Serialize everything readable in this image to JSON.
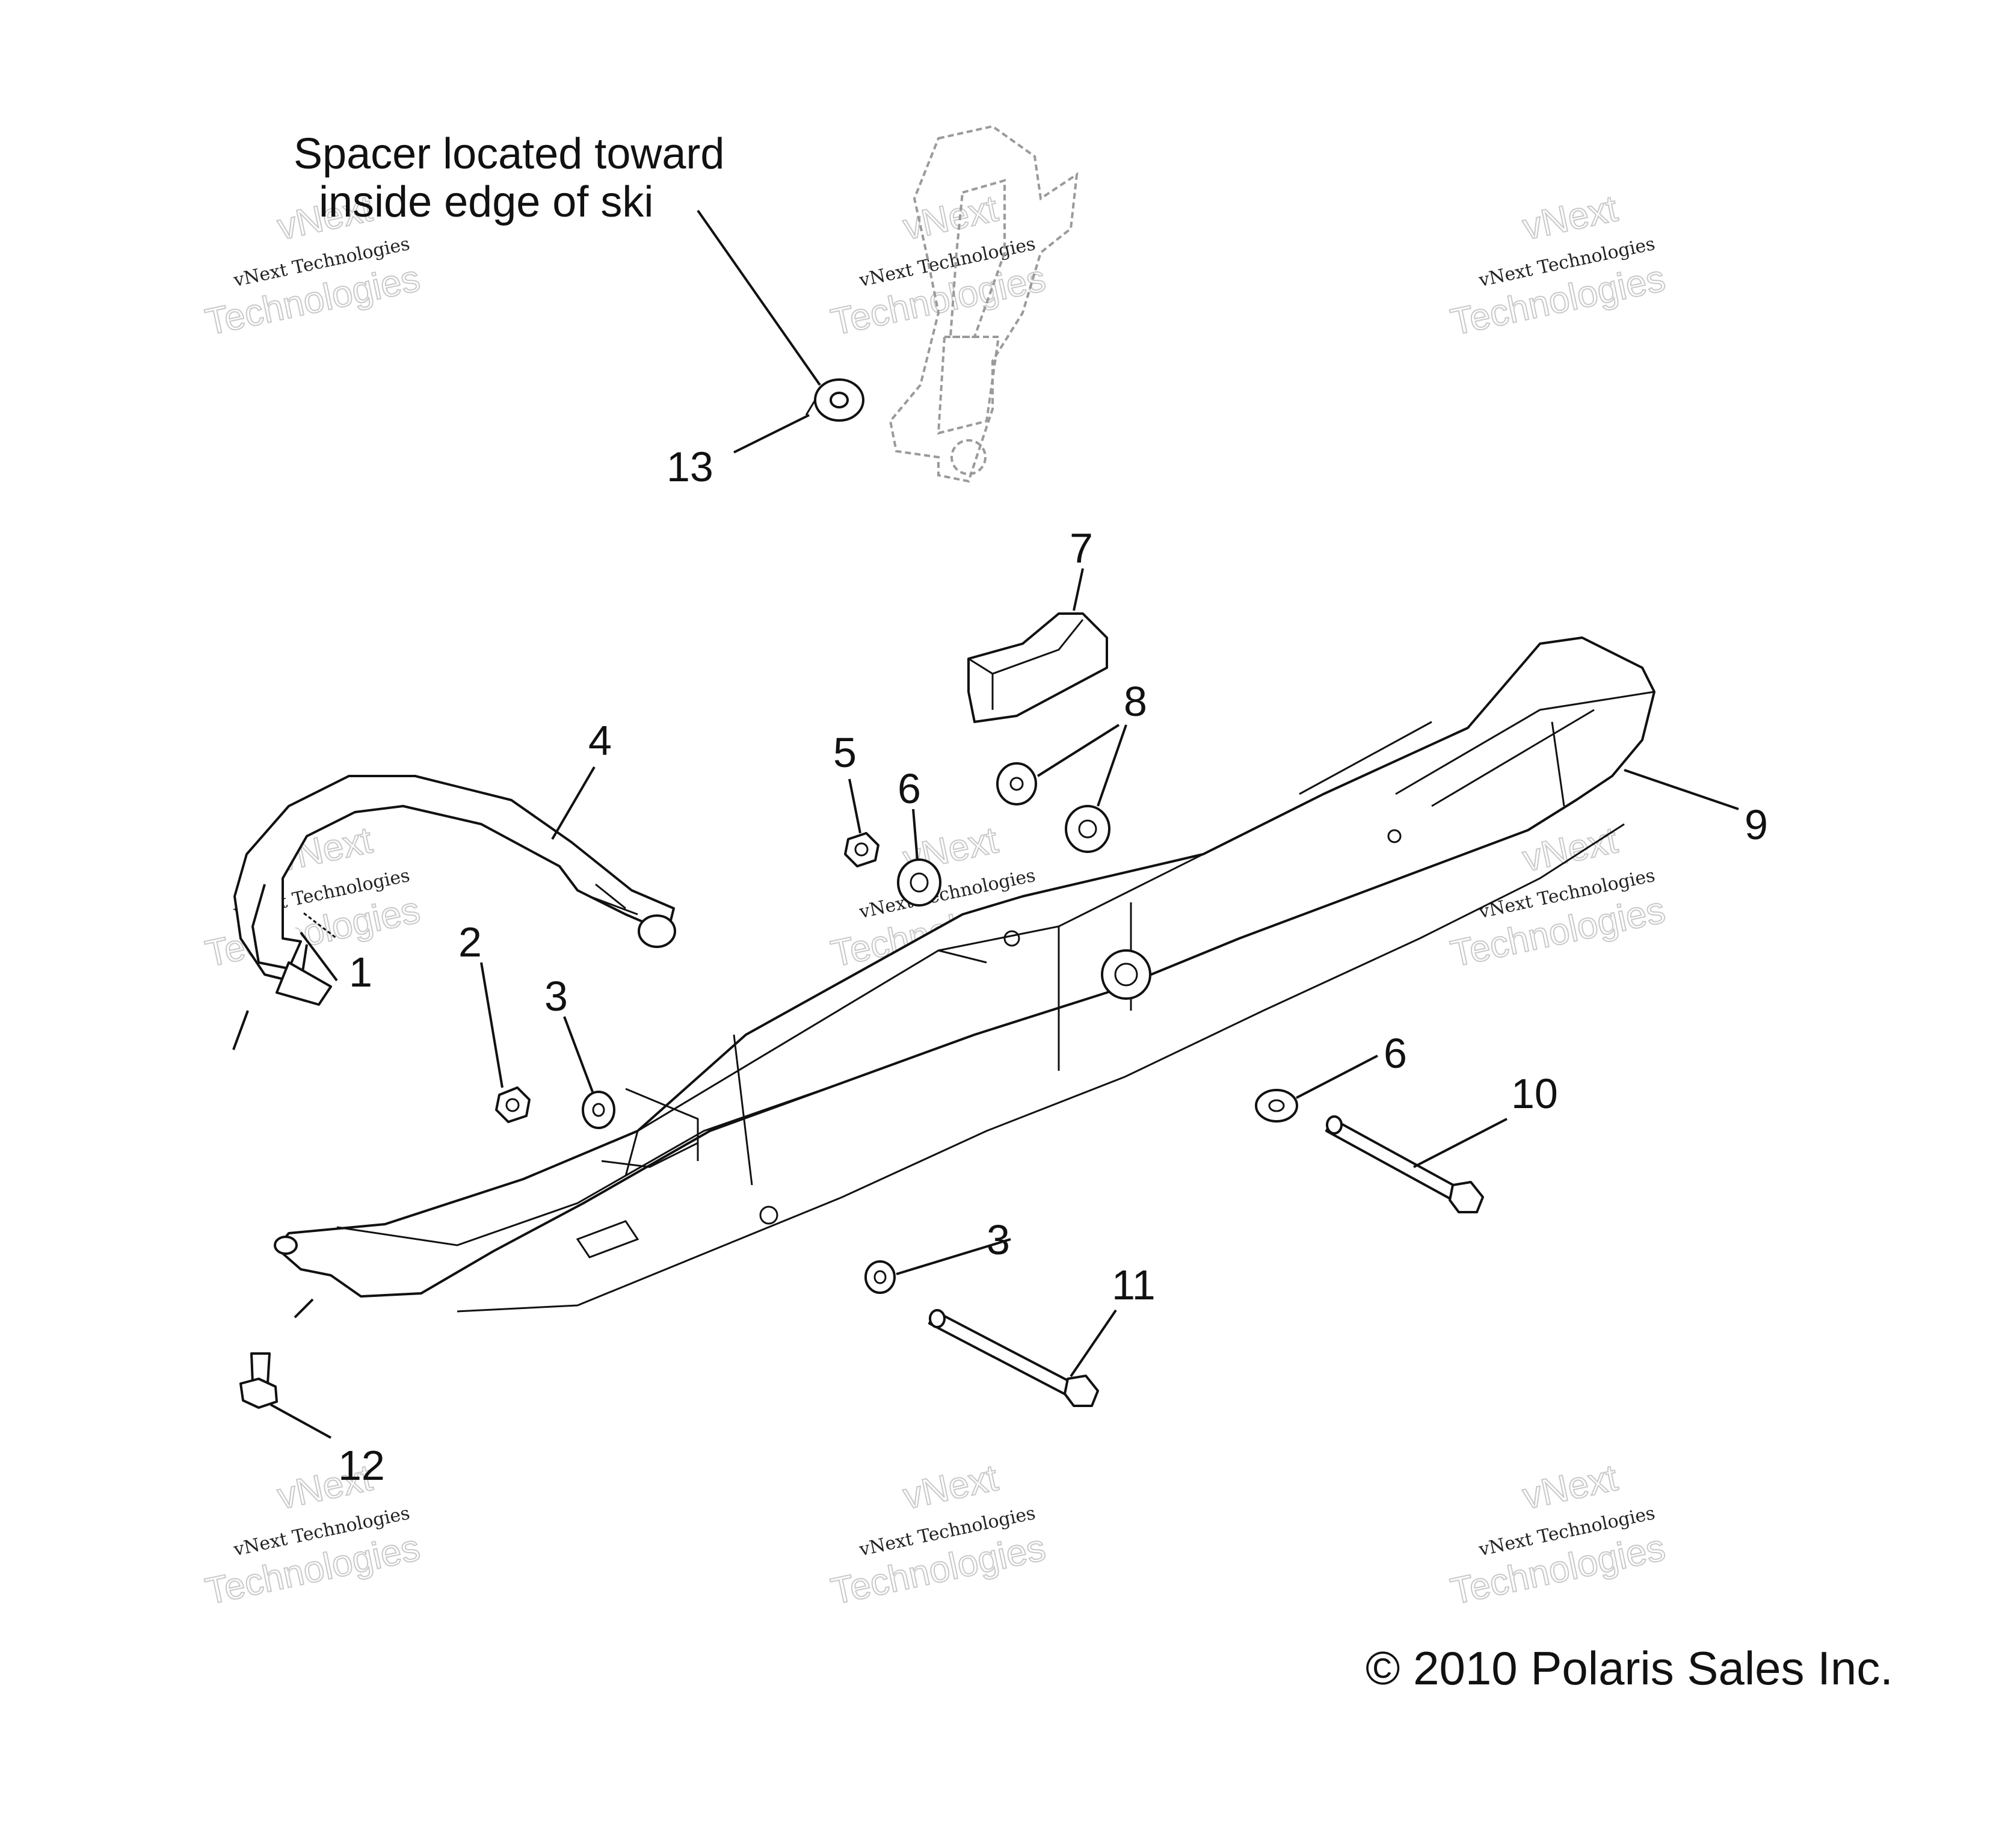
{
  "note": {
    "line1": "Spacer located toward",
    "line2": "inside edge of ski"
  },
  "callouts": [
    "1",
    "2",
    "3",
    "4",
    "5",
    "6",
    "7",
    "8",
    "9",
    "6",
    "10",
    "3",
    "11",
    "12",
    "13"
  ],
  "copyright": "© 2010 Polaris Sales Inc.",
  "watermark": {
    "line1": "vNext",
    "line2": "vNext Technologies",
    "line3": "Technologies"
  }
}
